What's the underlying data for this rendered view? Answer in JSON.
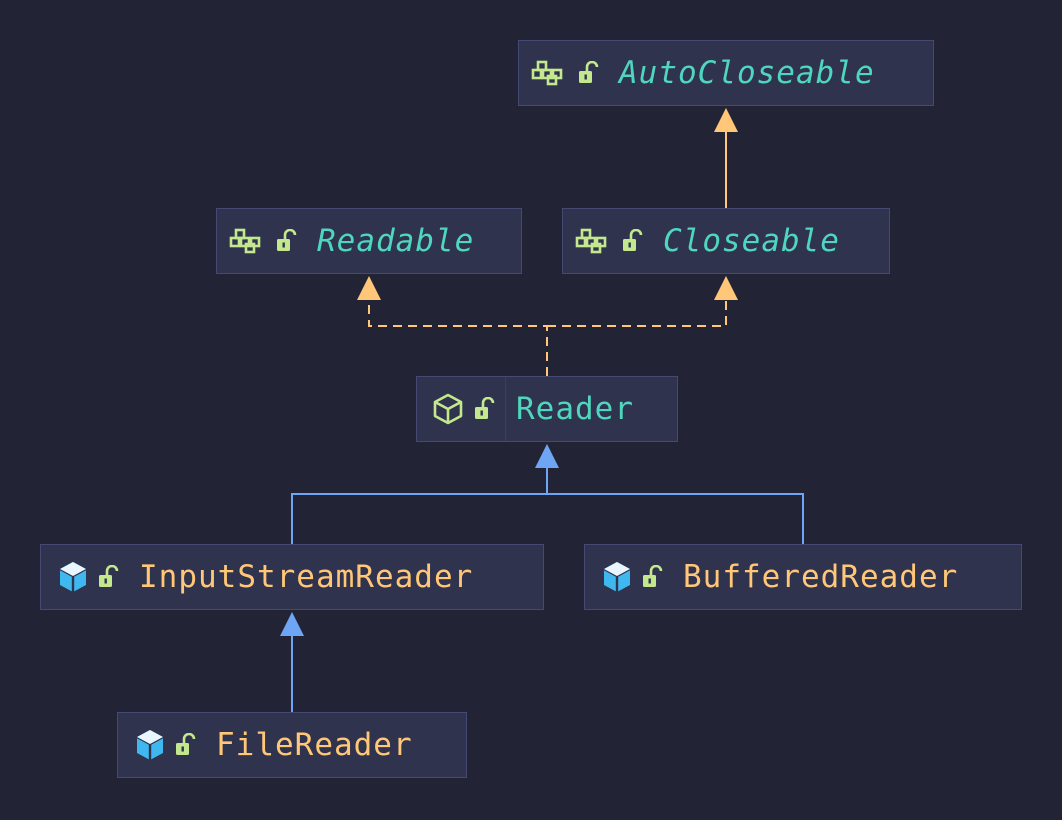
{
  "colors": {
    "background": "#222436",
    "node_fill": "#2f334d",
    "node_border": "#444a73",
    "interface_text": "#4fd6be",
    "class_text": "#ffc777",
    "implements_edge": "#ffc777",
    "extends_edge": "#6ea6f5",
    "interface_icon": "#c3e88d",
    "lock_icon": "#c3e88d",
    "class_icon": "#3fb8f0"
  },
  "nodes": {
    "autocloseable": {
      "name": "AutoCloseable",
      "kind": "interface",
      "icon": "interface-icon",
      "visibility_icon": "unlocked-icon"
    },
    "readable": {
      "name": "Readable",
      "kind": "interface",
      "icon": "interface-icon",
      "visibility_icon": "unlocked-icon"
    },
    "closeable": {
      "name": "Closeable",
      "kind": "interface",
      "icon": "interface-icon",
      "visibility_icon": "unlocked-icon"
    },
    "reader": {
      "name": "Reader",
      "kind": "abstract-class",
      "icon": "abstract-class-icon",
      "visibility_icon": "unlocked-icon"
    },
    "inputstreamreader": {
      "name": "InputStreamReader",
      "kind": "class",
      "icon": "class-icon",
      "visibility_icon": "unlocked-icon"
    },
    "bufferedreader": {
      "name": "BufferedReader",
      "kind": "class",
      "icon": "class-icon",
      "visibility_icon": "unlocked-icon"
    },
    "filereader": {
      "name": "FileReader",
      "kind": "class",
      "icon": "class-icon",
      "visibility_icon": "unlocked-icon"
    }
  },
  "edges": [
    {
      "from": "closeable",
      "to": "autocloseable",
      "type": "extends-interface",
      "style": "solid"
    },
    {
      "from": "reader",
      "to": "readable",
      "type": "implements",
      "style": "dashed"
    },
    {
      "from": "reader",
      "to": "closeable",
      "type": "implements",
      "style": "dashed"
    },
    {
      "from": "inputstreamreader",
      "to": "reader",
      "type": "extends",
      "style": "solid"
    },
    {
      "from": "bufferedreader",
      "to": "reader",
      "type": "extends",
      "style": "solid"
    },
    {
      "from": "filereader",
      "to": "inputstreamreader",
      "type": "extends",
      "style": "solid"
    }
  ]
}
